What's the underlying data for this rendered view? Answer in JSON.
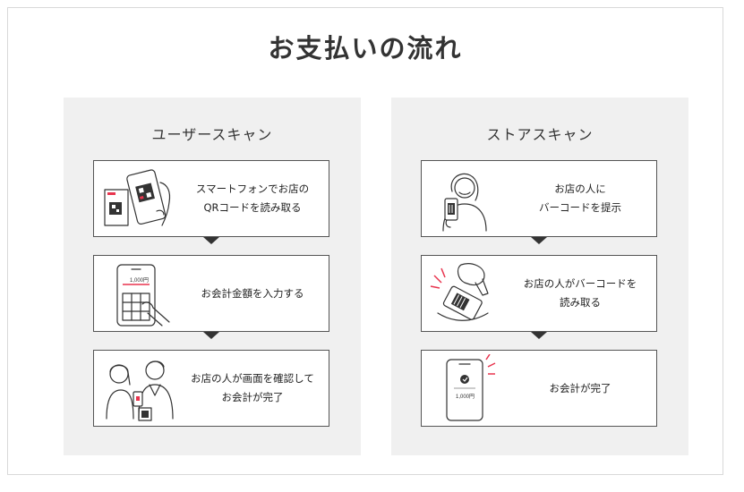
{
  "page_title": "お支払いの流れ",
  "accent_color": "#e8344e",
  "user_scan": {
    "title": "ユーザースキャン",
    "steps": [
      {
        "line1": "スマートフォンでお店の",
        "line2": "QRコードを読み取る",
        "icon": "phone-scanning-qr-illustration"
      },
      {
        "line1": "お会計金額を入力する",
        "line2": "",
        "icon": "phone-amount-entry-illustration",
        "amount_text": "1,000円"
      },
      {
        "line1": "お店の人が画面を確認して",
        "line2": "お会計が完了",
        "icon": "cashier-checking-phone-illustration"
      }
    ]
  },
  "store_scan": {
    "title": "ストアスキャン",
    "steps": [
      {
        "line1": "お店の人に",
        "line2": "バーコードを提示",
        "icon": "person-showing-barcode-illustration"
      },
      {
        "line1": "お店の人がバーコードを",
        "line2": "読み取る",
        "icon": "barcode-scanner-illustration"
      },
      {
        "line1": "お会計が完了",
        "line2": "",
        "icon": "payment-complete-phone-illustration",
        "amount_text": "1,000円"
      }
    ]
  }
}
